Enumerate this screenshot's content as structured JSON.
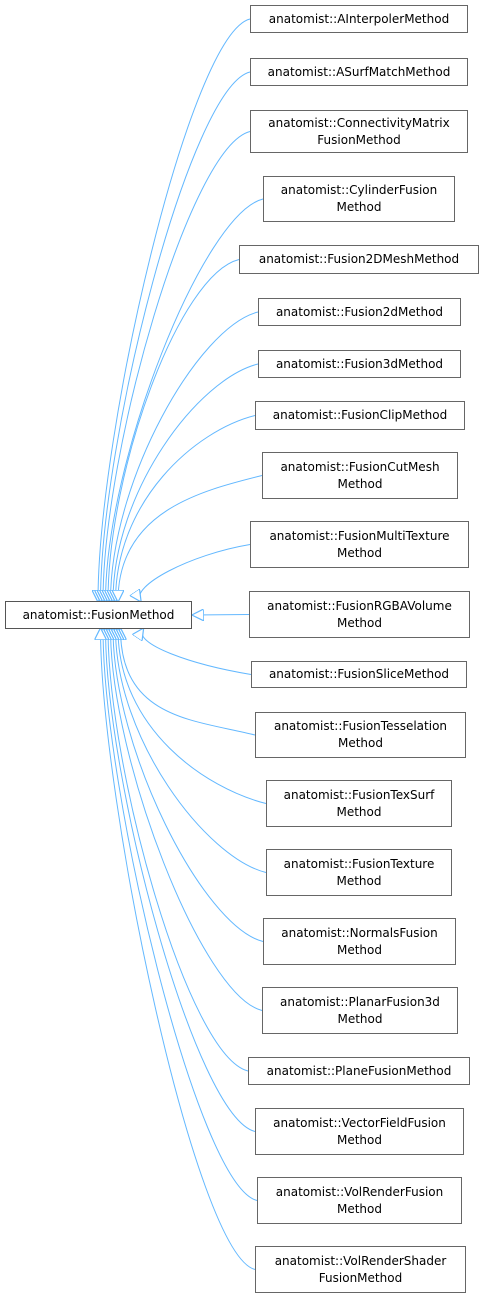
{
  "diagram": {
    "base": {
      "lines": [
        "anatomist::FusionMethod"
      ]
    },
    "derived": [
      {
        "lines": [
          "anatomist::AInterpolerMethod"
        ]
      },
      {
        "lines": [
          "anatomist::ASurfMatchMethod"
        ]
      },
      {
        "lines": [
          "anatomist::ConnectivityMatrix",
          "FusionMethod"
        ]
      },
      {
        "lines": [
          "anatomist::CylinderFusion",
          "Method"
        ]
      },
      {
        "lines": [
          "anatomist::Fusion2DMeshMethod"
        ]
      },
      {
        "lines": [
          "anatomist::Fusion2dMethod"
        ]
      },
      {
        "lines": [
          "anatomist::Fusion3dMethod"
        ]
      },
      {
        "lines": [
          "anatomist::FusionClipMethod"
        ]
      },
      {
        "lines": [
          "anatomist::FusionCutMesh",
          "Method"
        ]
      },
      {
        "lines": [
          "anatomist::FusionMultiTexture",
          "Method"
        ]
      },
      {
        "lines": [
          "anatomist::FusionRGBAVolume",
          "Method"
        ]
      },
      {
        "lines": [
          "anatomist::FusionSliceMethod"
        ]
      },
      {
        "lines": [
          "anatomist::FusionTesselation",
          "Method"
        ]
      },
      {
        "lines": [
          "anatomist::FusionTexSurf",
          "Method"
        ]
      },
      {
        "lines": [
          "anatomist::FusionTexture",
          "Method"
        ]
      },
      {
        "lines": [
          "anatomist::NormalsFusion",
          "Method"
        ]
      },
      {
        "lines": [
          "anatomist::PlanarFusion3d",
          "Method"
        ]
      },
      {
        "lines": [
          "anatomist::PlaneFusionMethod"
        ]
      },
      {
        "lines": [
          "anatomist::VectorFieldFusion",
          "Method"
        ]
      },
      {
        "lines": [
          "anatomist::VolRenderFusion",
          "Method"
        ]
      },
      {
        "lines": [
          "anatomist::VolRenderShader",
          "FusionMethod"
        ]
      }
    ],
    "colors": {
      "edge": "#63b8ff",
      "border": "#666666",
      "text": "#000000"
    }
  }
}
